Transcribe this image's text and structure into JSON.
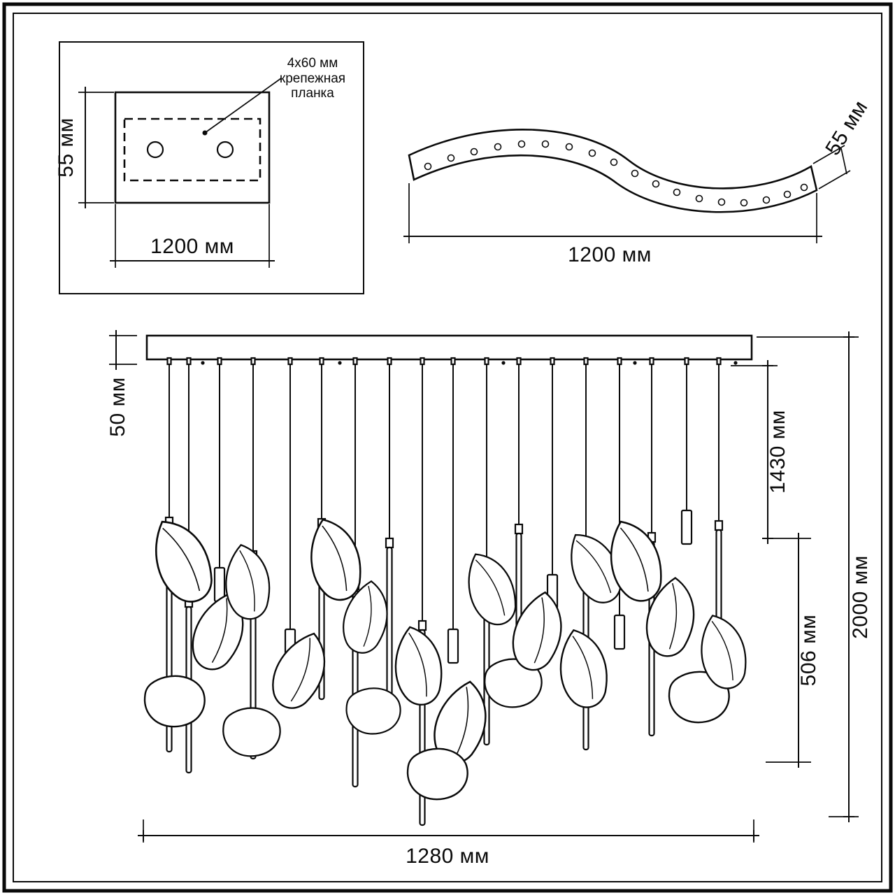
{
  "mounting_plate_panel": {
    "callout": {
      "line1": "4x60 мм",
      "line2": "крепежная",
      "line3": "планка"
    },
    "height_label": "55 мм",
    "width_label": "1200 мм"
  },
  "canopy_panel": {
    "height_label": "55 мм",
    "width_label": "1200 мм"
  },
  "fixture_panel": {
    "bar_height_label": "50 мм",
    "wire_drop_label": "1430 мм",
    "lamp_section_label": "506 мм",
    "total_height_label": "2000 мм",
    "width_label": "1280 мм"
  }
}
